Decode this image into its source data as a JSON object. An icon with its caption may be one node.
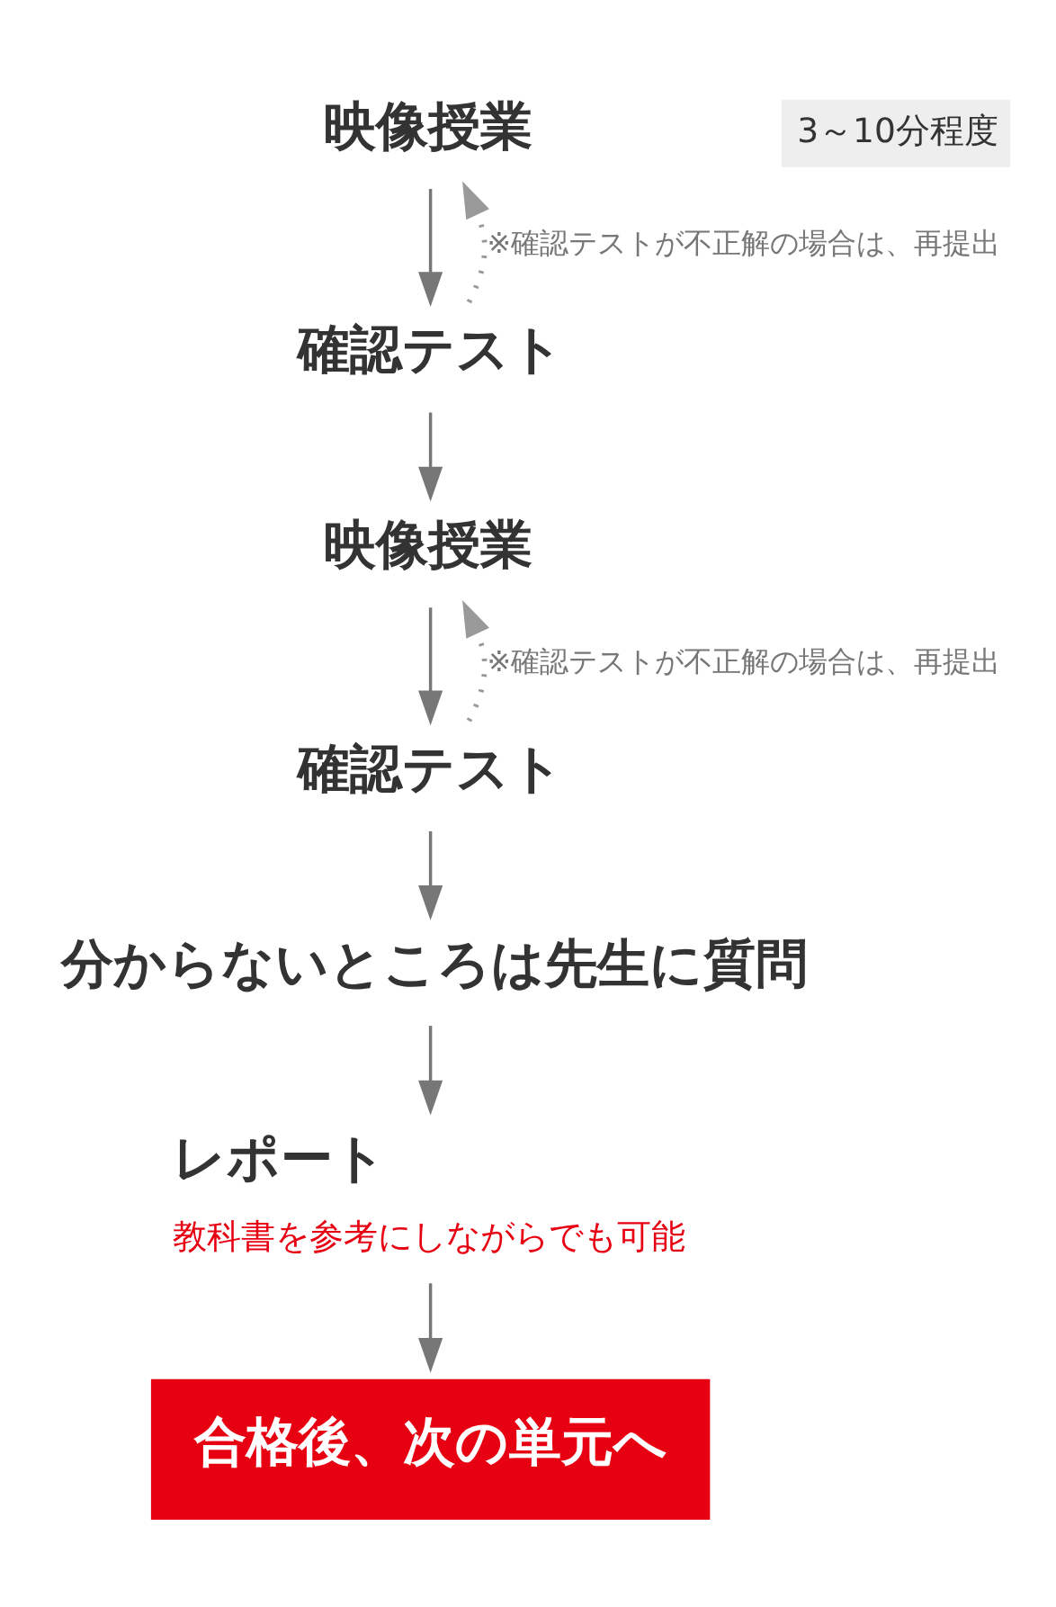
{
  "diagram": {
    "nodes": [
      {
        "text": [
          "映像授業"
        ]
      },
      {
        "text": [
          "3～10分程度"
        ]
      },
      {
        "text": [
          "確認テスト"
        ]
      },
      {
        "text": [
          "映像授業"
        ]
      },
      {
        "text": [
          "確認テスト"
        ]
      },
      {
        "text": [
          "分からないところは先生に質問"
        ]
      },
      {
        "text": [
          "レポート",
          "教科書を参考にしながらでも可能"
        ]
      },
      {
        "text": [
          "合格後、次の単元へ"
        ]
      }
    ],
    "edges": [
      {
        "from": 0,
        "to": 2,
        "arrow": "to"
      },
      {
        "from": 2,
        "to": 3,
        "arrow": "to"
      },
      {
        "from": 3,
        "to": 4,
        "arrow": "to"
      },
      {
        "from": 4,
        "to": 5,
        "arrow": "to"
      },
      {
        "from": 5,
        "to": 6,
        "arrow": "to"
      },
      {
        "from": 6,
        "to": 7,
        "arrow": "to"
      },
      {
        "from": 2,
        "to": 0,
        "arrow": "to",
        "style": "dashed",
        "color": "#999999",
        "label": "※確認テストが不正解の場合は、再提出"
      },
      {
        "from": 4,
        "to": 3,
        "arrow": "to",
        "style": "dashed",
        "color": "#999999",
        "label": "※確認テストが不正解の場合は、再提出"
      }
    ]
  }
}
